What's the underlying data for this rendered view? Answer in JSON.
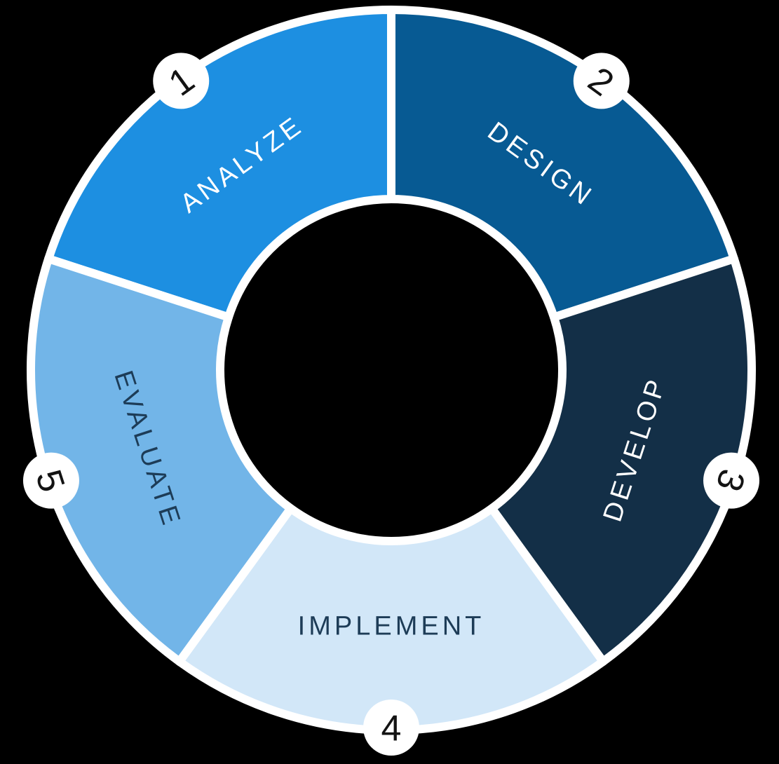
{
  "chart_data": {
    "type": "pie",
    "style": "donut-cycle-wheel",
    "title": "",
    "legend_position": "none",
    "background_color": "#000000",
    "separator_color": "#ffffff",
    "hole_color": "#000000",
    "badge": {
      "fill": "#ffffff",
      "number_color": "#131313"
    },
    "values": [
      72,
      72,
      72,
      72,
      72
    ],
    "segments": [
      {
        "number": "1",
        "label": "ANALYZE",
        "color": "#1d8fe1",
        "label_color": "#ffffff"
      },
      {
        "number": "2",
        "label": "DESIGN",
        "color": "#075a93",
        "label_color": "#ffffff"
      },
      {
        "number": "3",
        "label": "DEVELOP",
        "color": "#132f47",
        "label_color": "#ffffff"
      },
      {
        "number": "4",
        "label": "IMPLEMENT",
        "color": "#d2e7f8",
        "label_color": "#1d3c57"
      },
      {
        "number": "5",
        "label": "EVALUATE",
        "color": "#72b5e8",
        "label_color": "#1d3c57"
      }
    ]
  }
}
